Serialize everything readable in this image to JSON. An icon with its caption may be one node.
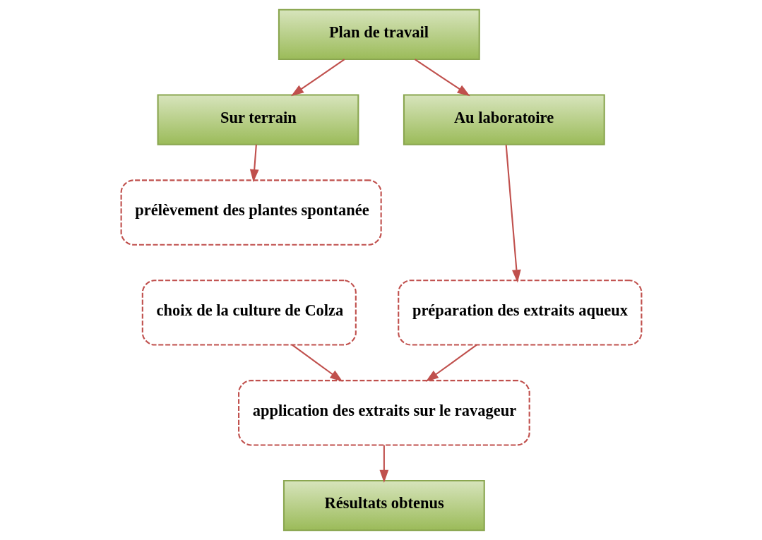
{
  "diagram": {
    "nodes": [
      {
        "text": [
          "Plan de travail"
        ]
      },
      {
        "text": [
          "Sur terrain"
        ]
      },
      {
        "text": [
          "Au laboratoire"
        ]
      },
      {
        "text": [
          "prélèvement des plantes spontanée"
        ]
      },
      {
        "text": [
          "choix de la culture de Colza"
        ]
      },
      {
        "text": [
          "préparation des extraits aqueux"
        ]
      },
      {
        "text": [
          "application des extraits sur le ravageur"
        ]
      },
      {
        "text": [
          "Résultats obtenus"
        ]
      }
    ],
    "edges": [
      {
        "from": 0,
        "to": 1,
        "arrow": "to"
      },
      {
        "from": 0,
        "to": 2,
        "arrow": "to"
      },
      {
        "from": 1,
        "to": 3,
        "arrow": "to"
      },
      {
        "from": 2,
        "to": 5,
        "arrow": "to"
      },
      {
        "from": 4,
        "to": 6,
        "arrow": "to"
      },
      {
        "from": 5,
        "to": 6,
        "arrow": "to"
      },
      {
        "from": 6,
        "to": 7,
        "arrow": "to"
      }
    ]
  }
}
